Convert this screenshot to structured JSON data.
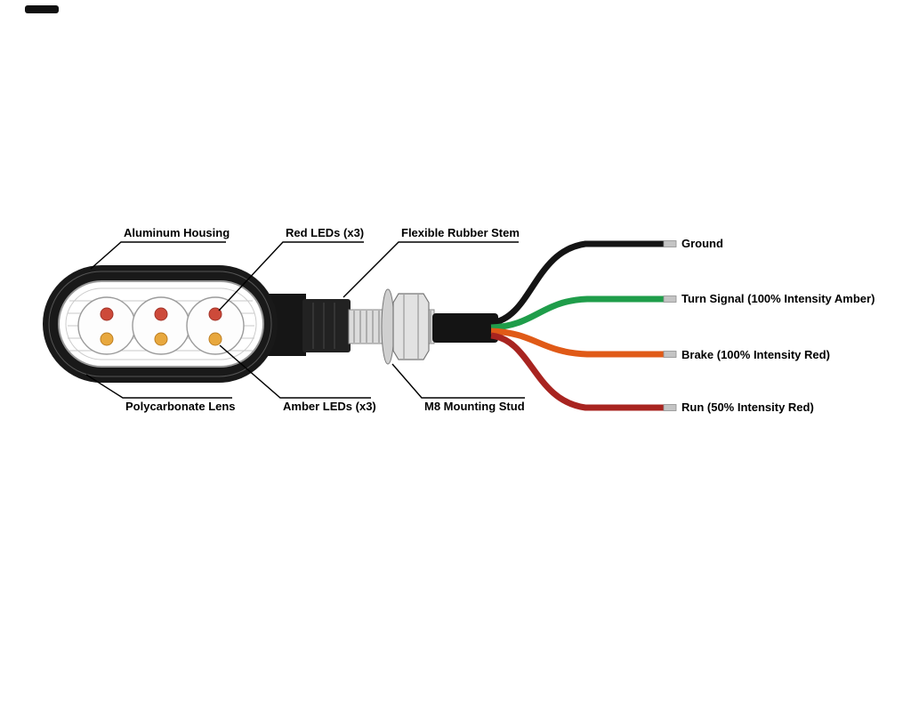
{
  "parts": {
    "aluminum_housing": "Aluminum Housing",
    "red_leds": "Red LEDs (x3)",
    "flexible_rubber_stem": "Flexible Rubber Stem",
    "polycarbonate_lens": "Polycarbonate Lens",
    "amber_leds": "Amber LEDs (x3)",
    "m8_mounting_stud": "M8 Mounting Stud"
  },
  "wires": [
    {
      "label": "Ground",
      "color": "#141414"
    },
    {
      "label": "Turn Signal (100% Intensity Amber)",
      "color": "#1f9d4a"
    },
    {
      "label": "Brake (100% Intensity Red)",
      "color": "#e05a17"
    },
    {
      "label": "Run (50% Intensity Red)",
      "color": "#a82420"
    }
  ],
  "colors": {
    "housing": "#191919",
    "stem": "#222222",
    "lens_outline": "#999999",
    "stud_fill": "#dcdcdc",
    "nut_fill": "#e2e2e2",
    "red_led": "#cd4a3a",
    "amber_led": "#e8a83e",
    "wire_tip": "#c4c4c4",
    "label_text": "#000000"
  }
}
